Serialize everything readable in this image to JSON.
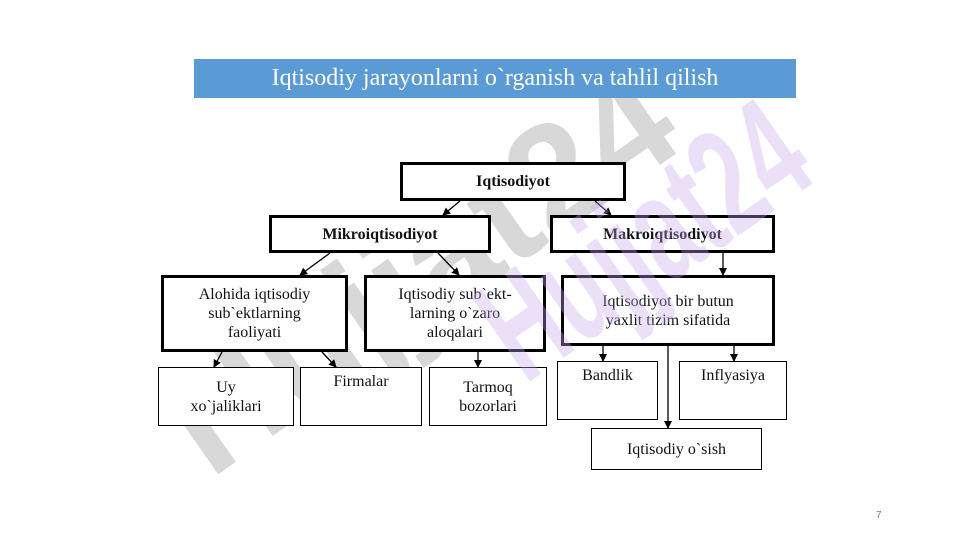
{
  "slide": {
    "title": "Iqtisodiy jarayonlarni o`rganish va tahlil qilish",
    "page_number": "7"
  },
  "colors": {
    "title_bar": "#5b9bd5",
    "title_text": "#ffffff",
    "watermark_gray": "#c8c8c8",
    "watermark_lavender": "#e3d2f6"
  },
  "watermark": {
    "text": "Hujjat24"
  },
  "diagram": {
    "root": "Iqtisodiyot",
    "micro": "Mikroiqtisodiyot",
    "macro": "Makroiqtisodiyot",
    "micro_individual": "Alohida iqtisodiy\nsub`ektlarning\nfaoliyati",
    "micro_relations": "Iqtisodiy sub`ekt-\nlarning o`zaro\naloqalari",
    "macro_system": "Iqtisodiyot bir butun\nyaxlit tizim sifatida",
    "households": "Uy\nxo`jaliklari",
    "firms": "Firmalar",
    "markets": "Tarmoq\nbozorlari",
    "employment": "Bandlik",
    "inflation": "Inflyasiya",
    "growth": "Iqtisodiy o`sish"
  }
}
